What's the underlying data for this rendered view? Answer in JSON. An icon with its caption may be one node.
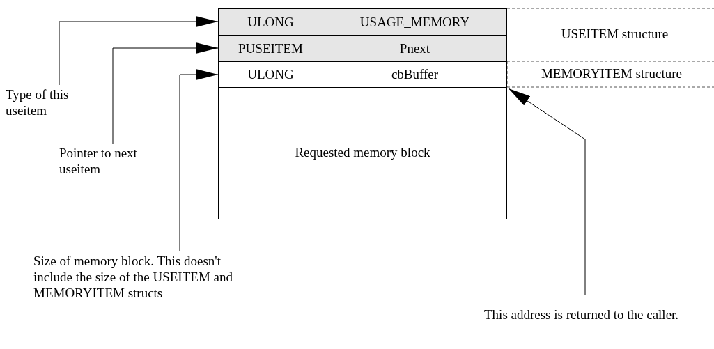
{
  "diagram": {
    "nodes": [
      {
        "text": [
          "Type of this useitem"
        ]
      },
      {
        "text": [
          "Pointer to next useitem"
        ]
      },
      {
        "text": [
          "Size of memory block. This doesn't include the size of the USEITEM and MEMORYITEM structs"
        ]
      },
      {
        "text": [
          "This address is returned to the caller."
        ]
      },
      {
        "text": [
          "ULONG"
        ]
      },
      {
        "text": [
          "USAGE_MEMORY"
        ]
      },
      {
        "text": [
          "PUSEITEM"
        ]
      },
      {
        "text": [
          "Pnext"
        ]
      },
      {
        "text": [
          "ULONG"
        ]
      },
      {
        "text": [
          "cbBuffer"
        ]
      },
      {
        "text": [
          "Requested memory block"
        ]
      }
    ],
    "edges": [
      {
        "from": 0,
        "to": 4,
        "arrow": "to"
      },
      {
        "from": 1,
        "to": 6,
        "arrow": "to"
      },
      {
        "from": 2,
        "to": 8,
        "arrow": "to"
      },
      {
        "from": 3,
        "to": 10,
        "arrow": "to"
      }
    ],
    "labels": [
      "USEITEM structure",
      "MEMORYITEM structure"
    ]
  }
}
